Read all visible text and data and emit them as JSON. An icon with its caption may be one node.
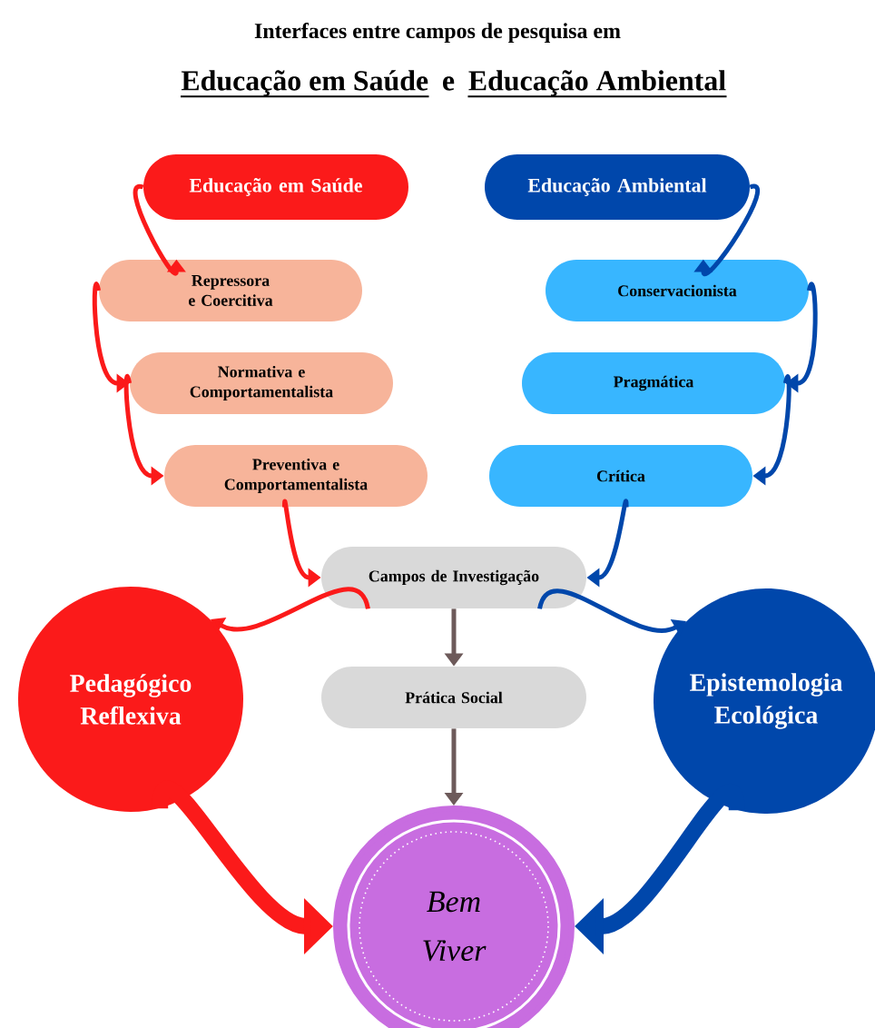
{
  "diagram": {
    "title": "Interfaces entre campos de pesquisa em",
    "nodes": [
      {
        "text": [
          "Educação em Saúde"
        ]
      },
      {
        "text": [
          "Educação Ambiental"
        ]
      },
      {
        "text": [
          "Repressora e Coercitiva"
        ]
      },
      {
        "text": [
          "Conservacionista"
        ]
      },
      {
        "text": [
          "Normativa e Comportamentalista"
        ]
      },
      {
        "text": [
          "Pragmática"
        ]
      },
      {
        "text": [
          "Preventiva e Comportamentalista"
        ]
      },
      {
        "text": [
          "Crítica"
        ]
      },
      {
        "text": [
          "Campos de Investigação"
        ]
      },
      {
        "text": [
          "Pedagógico Reflexiva"
        ]
      },
      {
        "text": [
          "Prática Social"
        ]
      },
      {
        "text": [
          "Epistemologia Ecológica"
        ]
      },
      {
        "text": [
          "Bem Viver"
        ]
      }
    ],
    "edges": [
      {
        "from": 0,
        "to": 2,
        "arrow": "to",
        "color": "#fb1a1a"
      },
      {
        "from": 2,
        "to": 4,
        "arrow": "to",
        "color": "#fb1a1a"
      },
      {
        "from": 4,
        "to": 6,
        "arrow": "to",
        "color": "#fb1a1a"
      },
      {
        "from": 1,
        "to": 3,
        "arrow": "to",
        "color": "#0047ab"
      },
      {
        "from": 3,
        "to": 5,
        "arrow": "to",
        "color": "#0047ab"
      },
      {
        "from": 5,
        "to": 7,
        "arrow": "to",
        "color": "#0047ab"
      },
      {
        "from": 6,
        "to": 8,
        "arrow": "to",
        "color": "#fb1a1a"
      },
      {
        "from": 7,
        "to": 8,
        "arrow": "to",
        "color": "#0047ab"
      },
      {
        "from": 8,
        "to": 9,
        "arrow": "to",
        "color": "#fb1a1a"
      },
      {
        "from": 8,
        "to": 11,
        "arrow": "to",
        "color": "#0047ab"
      },
      {
        "from": 8,
        "to": 10,
        "arrow": "to",
        "color": "#6d5a5a"
      },
      {
        "from": 10,
        "to": 12,
        "arrow": "to",
        "color": "#6d5a5a"
      },
      {
        "from": 9,
        "to": 12,
        "arrow": "to",
        "style": "thick",
        "color": "#fb1a1a"
      },
      {
        "from": 11,
        "to": 12,
        "arrow": "to",
        "style": "thick",
        "color": "#0047ab"
      }
    ],
    "labels": [
      "Educação em Saúde",
      "e",
      "Educação Ambiental"
    ]
  }
}
